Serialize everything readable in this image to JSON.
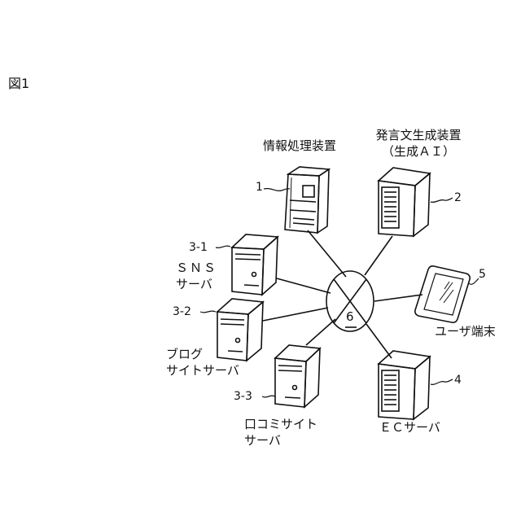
{
  "figure": {
    "title": "図1"
  },
  "nodes": {
    "info_processing": {
      "label": "情報処理装置",
      "ref": "1"
    },
    "speech_generator": {
      "label_line1": "発言文生成装置",
      "label_line2": "（生成ＡＩ）",
      "ref": "2"
    },
    "sns_server": {
      "label_line1": "ＳＮＳ",
      "label_line2": "サーバ",
      "ref": "3-1"
    },
    "blog_server": {
      "label_line1": "ブログ",
      "label_line2": "サイトサーバ",
      "ref": "3-2"
    },
    "review_server": {
      "label_line1": "口コミサイト",
      "label_line2": "サーバ",
      "ref": "3-3"
    },
    "ec_server": {
      "label": "ＥＣサーバ",
      "ref": "4"
    },
    "user_terminal": {
      "label": "ユーザ端末",
      "ref": "5"
    },
    "network": {
      "ref": "6"
    }
  }
}
